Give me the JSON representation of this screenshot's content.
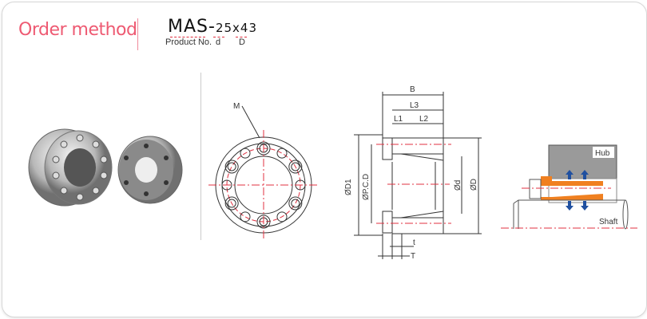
{
  "header": {
    "title": "Order method",
    "product_code": {
      "prefix": "MAS-",
      "d_value": "25",
      "separator": "x",
      "D_value": "43"
    },
    "labels": {
      "product_no": "Product No.",
      "d": "d",
      "D": "D"
    }
  },
  "front_view": {
    "label_M": "M"
  },
  "section_view": {
    "B": "B",
    "L3": "L3",
    "L1": "L1",
    "L2": "L2",
    "D1": "ØD1",
    "PCD": "ØP.C.D",
    "d": "Ød",
    "D": "ØD",
    "t": "t",
    "T": "T"
  },
  "install_view": {
    "hub": "Hub",
    "shaft": "Shaft"
  },
  "colors": {
    "accent": "#ee5a72",
    "centerline": "#e03040",
    "orange": "#f08020",
    "arrow": "#2050a0",
    "hub": "#999999"
  }
}
